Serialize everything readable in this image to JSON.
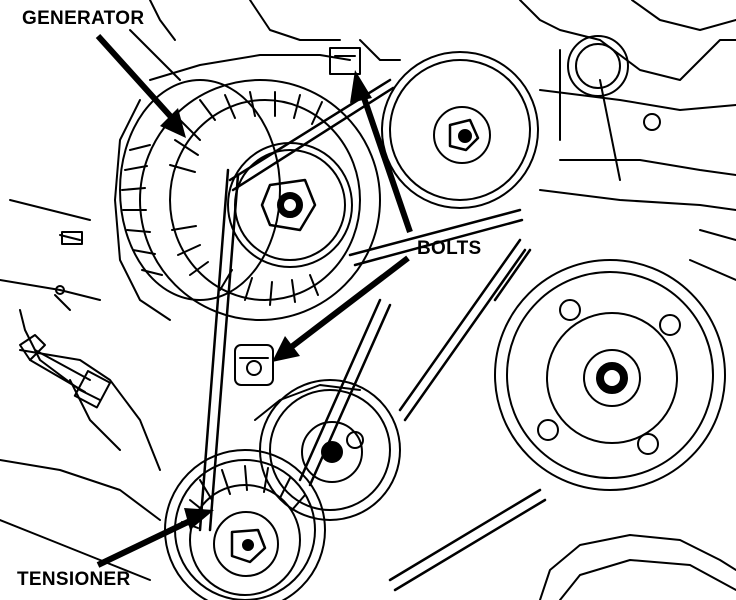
{
  "labels": {
    "generator": "GENERATOR",
    "bolts": "BOLTS",
    "tensioner": "TENSIONER"
  },
  "colors": {
    "ink": "#000000",
    "paper": "#ffffff"
  }
}
